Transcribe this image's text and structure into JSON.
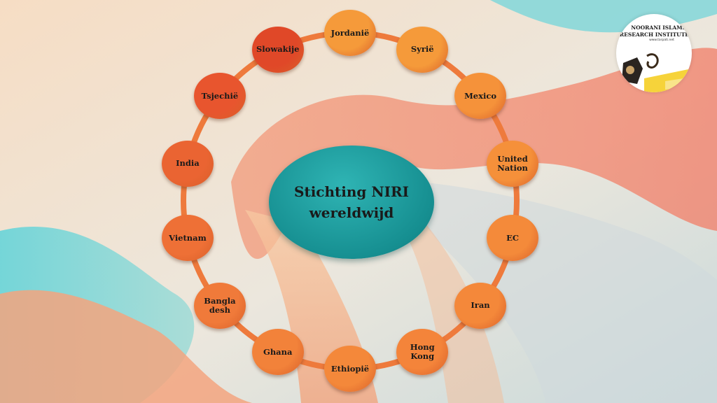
{
  "diagram": {
    "center_line1": "Stichting NIRI",
    "center_line2": "wereldwijd",
    "nodes": [
      {
        "label": "Jordanië",
        "color": "#f59a3a"
      },
      {
        "label": "Syrië",
        "color": "#f59a3a"
      },
      {
        "label": "Mexico",
        "color": "#f5923a"
      },
      {
        "label": "United\nNation",
        "color": "#f5903a"
      },
      {
        "label": "EC",
        "color": "#f48a3a"
      },
      {
        "label": "Iran",
        "color": "#f4883a"
      },
      {
        "label": "Hong\nKong",
        "color": "#f4843a"
      },
      {
        "label": "Ethiopië",
        "color": "#f4883a"
      },
      {
        "label": "Ghana",
        "color": "#f2823a"
      },
      {
        "label": "Bangla\ndesh",
        "color": "#f07a3a"
      },
      {
        "label": "Vietnam",
        "color": "#ee7036"
      },
      {
        "label": "India",
        "color": "#ea6432"
      },
      {
        "label": "Tsjechië",
        "color": "#e8552e"
      },
      {
        "label": "Slowakije",
        "color": "#e04828"
      }
    ],
    "ring_color": "#ee7a3c"
  },
  "logo": {
    "line1": "NOORANI ISLAMIC",
    "line2": "RESEARCH INSTITUTE",
    "line3": "www.tarpati.net"
  }
}
